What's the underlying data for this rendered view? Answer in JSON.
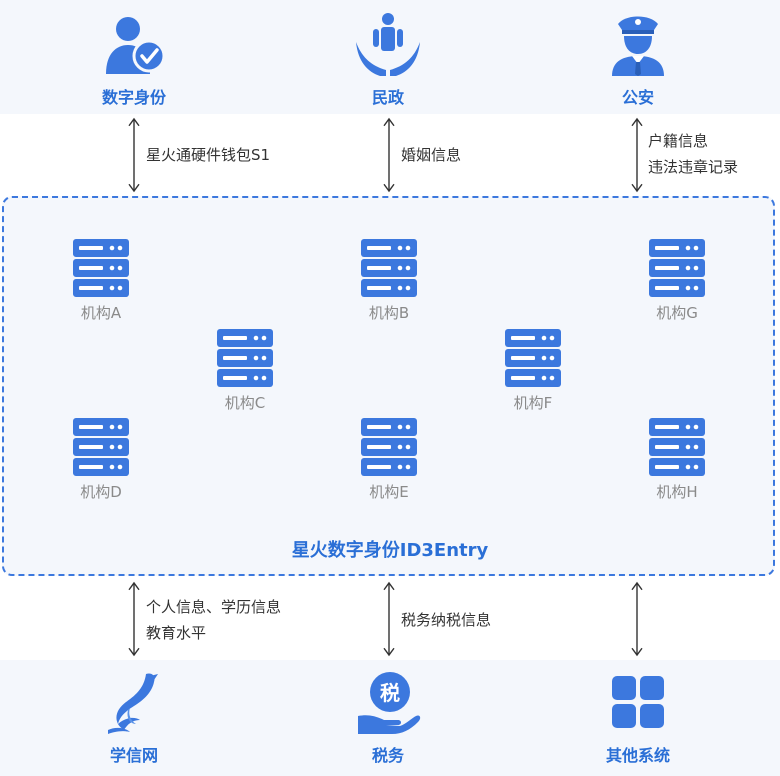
{
  "colors": {
    "primary": "#3c78de",
    "label": "#2a6fd6",
    "band": "#f4f7fc",
    "muted": "#8a8a8a",
    "text": "#333333"
  },
  "top_entities": [
    {
      "label": "数字身份",
      "icon": "verified-user-icon"
    },
    {
      "label": "民政",
      "icon": "hands-person-icon"
    },
    {
      "label": "公安",
      "icon": "police-officer-icon"
    }
  ],
  "top_flows": [
    {
      "lines": [
        "星火通硬件钱包S1"
      ]
    },
    {
      "lines": [
        "婚姻信息"
      ]
    },
    {
      "lines": [
        "户籍信息",
        "违法违章记录"
      ]
    }
  ],
  "hub": {
    "title": "星火数字身份ID3Entry",
    "nodes": [
      {
        "label": "机构A",
        "icon": "server-icon"
      },
      {
        "label": "机构B",
        "icon": "server-icon"
      },
      {
        "label": "机构G",
        "icon": "server-icon"
      },
      {
        "label": "机构C",
        "icon": "server-icon"
      },
      {
        "label": "机构F",
        "icon": "server-icon"
      },
      {
        "label": "机构D",
        "icon": "server-icon"
      },
      {
        "label": "机构E",
        "icon": "server-icon"
      },
      {
        "label": "机构H",
        "icon": "server-icon"
      }
    ]
  },
  "bottom_flows": [
    {
      "lines": [
        "个人信息、学历信息",
        "教育水平"
      ]
    },
    {
      "lines": [
        "税务纳税信息"
      ]
    },
    {
      "lines": []
    }
  ],
  "bottom_entities": [
    {
      "label": "学信网",
      "icon": "bird-logo-icon"
    },
    {
      "label": "税务",
      "icon": "tax-hand-icon"
    },
    {
      "label": "其他系统",
      "icon": "grid-apps-icon"
    }
  ]
}
